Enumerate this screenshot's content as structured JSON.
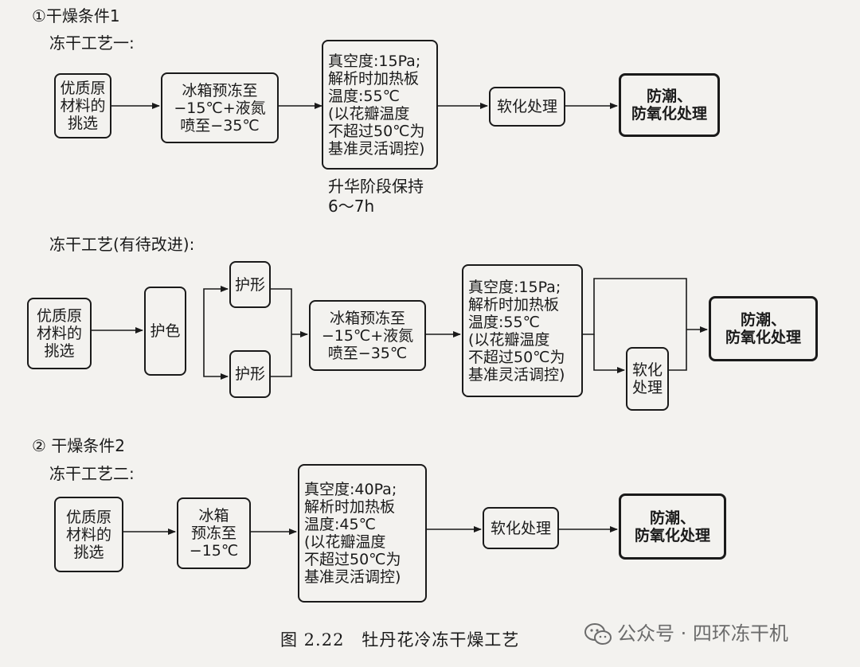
{
  "section1": {
    "heading": "①干燥条件1",
    "process1": {
      "label": "冻干工艺一:",
      "step1": [
        "优质原",
        "材料的",
        "挑选"
      ],
      "step2": [
        "冰箱预冻至",
        "−15℃+液氮",
        "喷至−35℃"
      ],
      "step3": [
        "真空度:15Pa;",
        "解析时加热板",
        "温度:55℃",
        "(以花瓣温度",
        "不超过50℃为",
        "基准灵活调控)"
      ],
      "step3_note": [
        "升华阶段保持",
        "6～7h"
      ],
      "step4": [
        "软化处理"
      ],
      "step5": [
        "防潮、",
        "防氧化处理"
      ]
    },
    "process_improve": {
      "label": "冻干工艺(有待改进):",
      "step1": [
        "优质原",
        "材料的",
        "挑选"
      ],
      "color_protect": [
        "护色"
      ],
      "shape_protect_top": [
        "护形"
      ],
      "shape_protect_bottom": [
        "护形"
      ],
      "freeze": [
        "冰箱预冻至",
        "−15℃+液氮",
        "喷至−35℃"
      ],
      "vacuum": [
        "真空度:15Pa;",
        "解析时加热板",
        "温度:55℃",
        "(以花瓣温度",
        "不超过50℃为",
        "基准灵活调控)"
      ],
      "soften": [
        "软化",
        "处理"
      ],
      "final": [
        "防潮、",
        "防氧化处理"
      ]
    }
  },
  "section2": {
    "heading": "② 干燥条件2",
    "process2": {
      "label": "冻干工艺二:",
      "step1": [
        "优质原",
        "材料的",
        "挑选"
      ],
      "step2": [
        "冰箱",
        "预冻至",
        "−15℃"
      ],
      "step3": [
        "真空度:40Pa;",
        "解析时加热板",
        "温度:45℃",
        "(以花瓣温度",
        "不超过50℃为",
        "基准灵活调控)"
      ],
      "step4": [
        "软化处理"
      ],
      "step5": [
        "防潮、",
        "防氧化处理"
      ]
    }
  },
  "caption": "图 2.22　牡丹花冷冻干燥工艺",
  "watermark": {
    "text": "公众号 · 四环冻干机",
    "icon": "wechat-icon"
  }
}
